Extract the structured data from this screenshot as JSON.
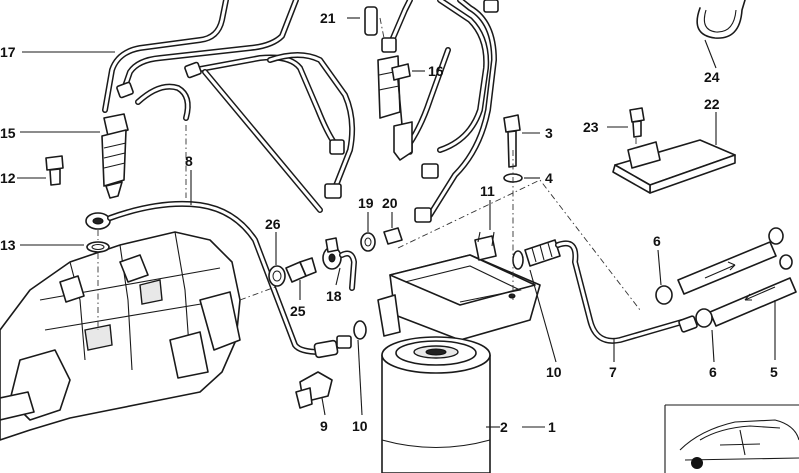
{
  "diagram": {
    "callouts": [
      {
        "id": "c21",
        "text": "21"
      },
      {
        "id": "c17",
        "text": "17"
      },
      {
        "id": "c16",
        "text": "16"
      },
      {
        "id": "c24",
        "text": "24"
      },
      {
        "id": "c22",
        "text": "22"
      },
      {
        "id": "c15",
        "text": "15"
      },
      {
        "id": "c3",
        "text": "3"
      },
      {
        "id": "c23",
        "text": "23"
      },
      {
        "id": "c8",
        "text": "8"
      },
      {
        "id": "c12",
        "text": "12"
      },
      {
        "id": "c4",
        "text": "4"
      },
      {
        "id": "c11",
        "text": "11"
      },
      {
        "id": "c19",
        "text": "19"
      },
      {
        "id": "c20",
        "text": "20"
      },
      {
        "id": "c26",
        "text": "26"
      },
      {
        "id": "c13",
        "text": "13"
      },
      {
        "id": "c6a",
        "text": "6"
      },
      {
        "id": "c25",
        "text": "25"
      },
      {
        "id": "c18",
        "text": "18"
      },
      {
        "id": "c10a",
        "text": "10"
      },
      {
        "id": "c7",
        "text": "7"
      },
      {
        "id": "c6b",
        "text": "6"
      },
      {
        "id": "c5",
        "text": "5"
      },
      {
        "id": "c9",
        "text": "9"
      },
      {
        "id": "c10b",
        "text": "10"
      },
      {
        "id": "c2",
        "text": "2"
      },
      {
        "id": "c1",
        "text": "1"
      }
    ]
  }
}
